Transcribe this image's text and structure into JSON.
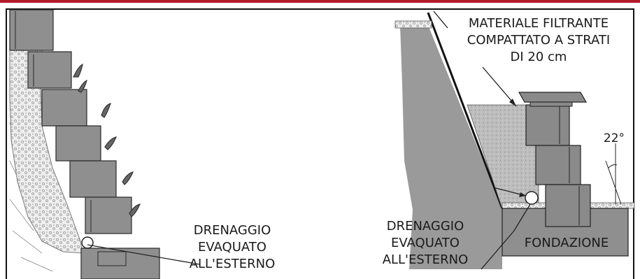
{
  "colors": {
    "accent": "#b31b2b",
    "concrete": "#9a9a9a",
    "block": "#8c8c8c",
    "gravel": "#e6e6e6"
  },
  "left_panel": {
    "drain_label": [
      "DRENAGGIO",
      "EVAQUATO",
      "ALL'ESTERNO"
    ]
  },
  "right_panel": {
    "filter_label": [
      "MATERIALE FILTRANTE",
      "COMPATTATO A STRATI",
      "DI 20 cm"
    ],
    "drain_label": [
      "DRENAGGIO",
      "EVAQUATO",
      "ALL'ESTERNO"
    ],
    "foundation_label": "FONDAZIONE",
    "angle_label": "22°"
  }
}
